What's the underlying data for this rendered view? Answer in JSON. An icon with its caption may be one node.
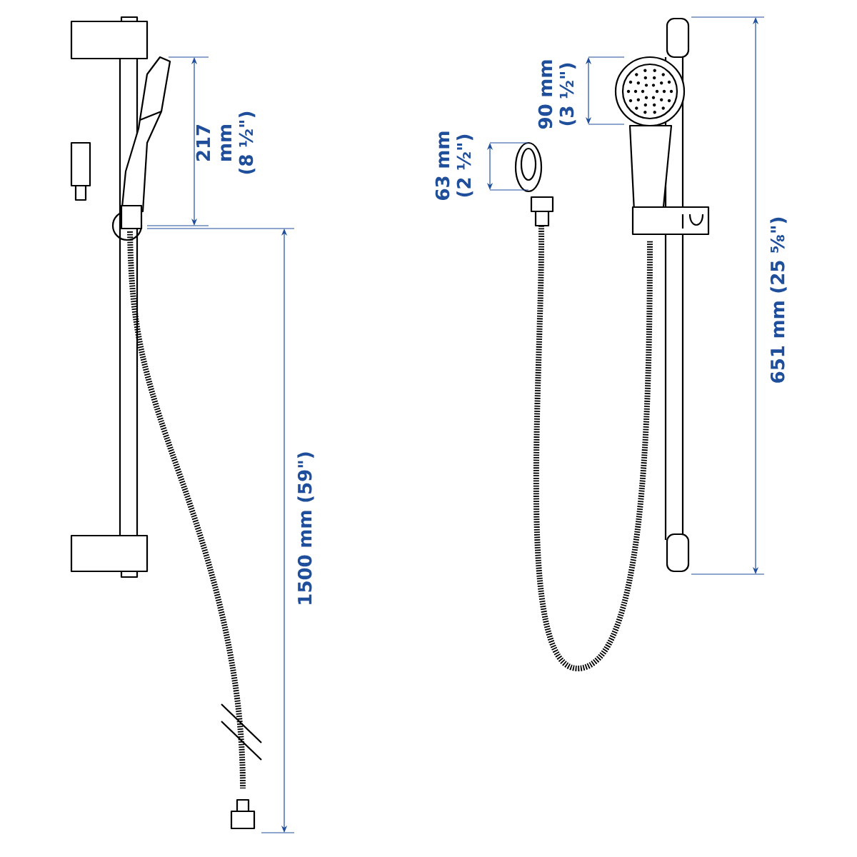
{
  "diagram": {
    "labels": [
      "217 mm (8 ½\")",
      "1500 mm (59\")",
      "63 mm (2 ½\")",
      "90 mm (3 ½\")",
      "651 mm (25 ⅝\")"
    ]
  }
}
